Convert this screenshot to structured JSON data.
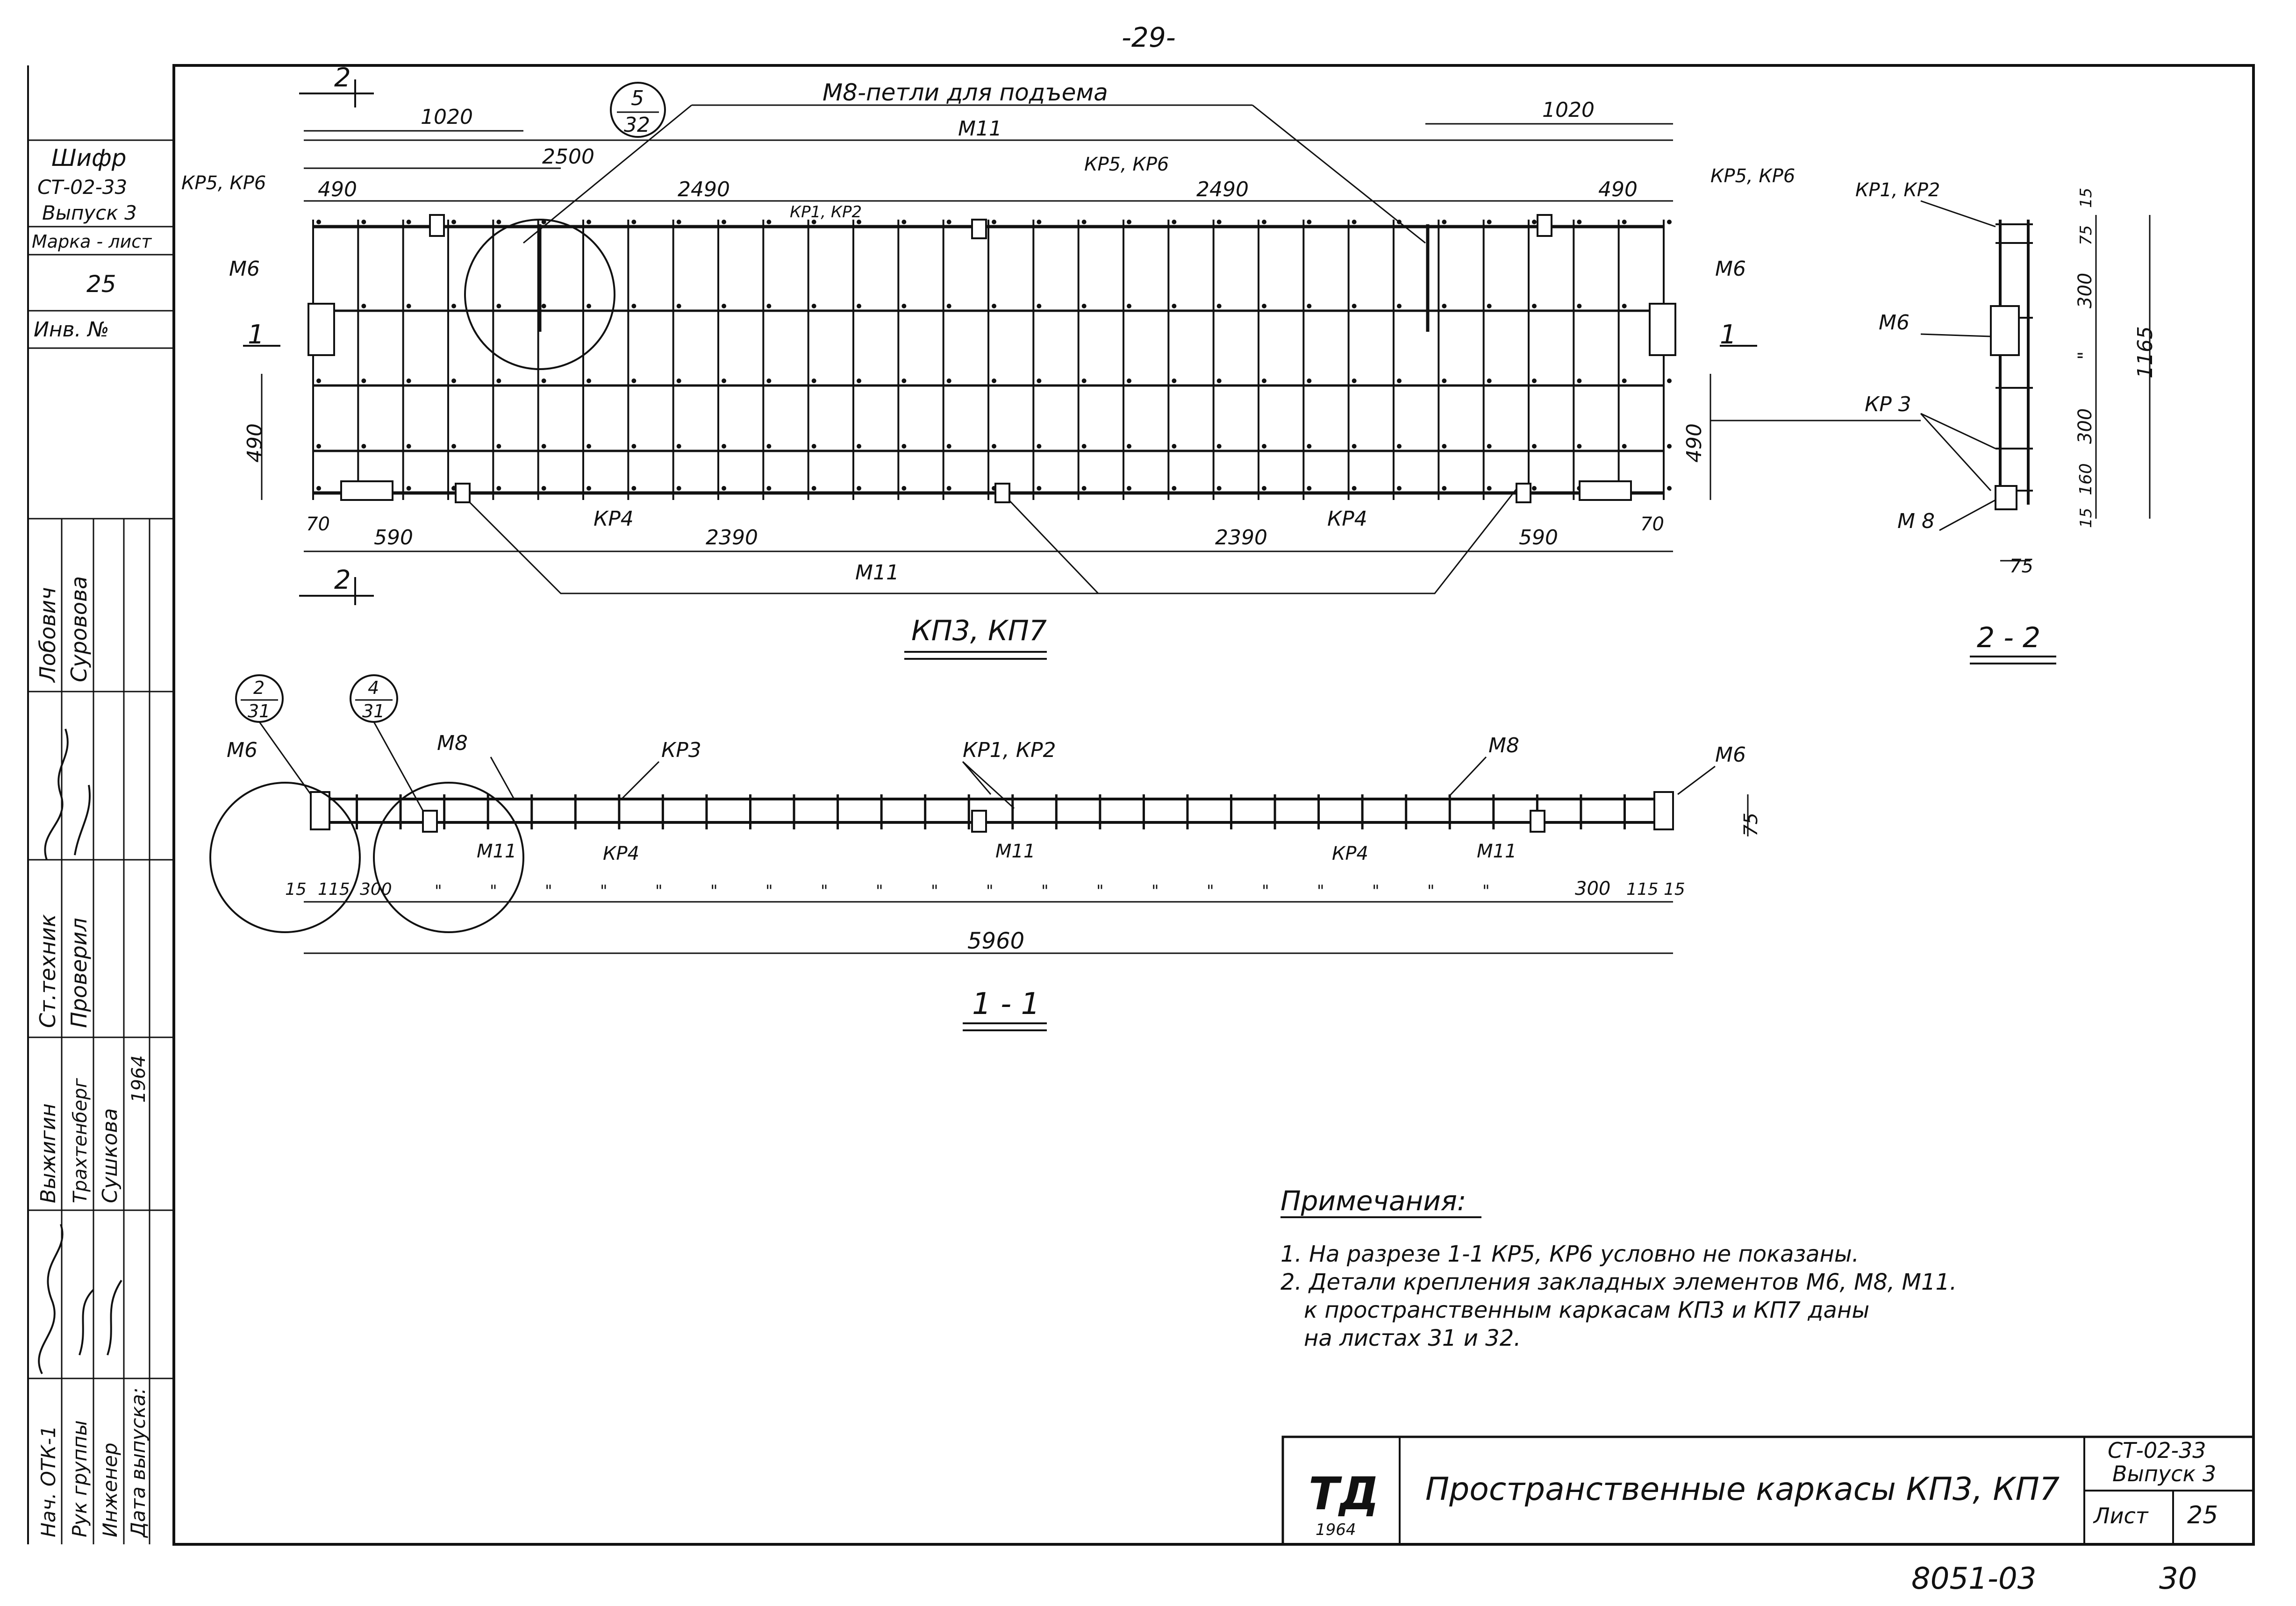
{
  "page_number": "-29-",
  "side_stamp": {
    "cipher_label": "Шифр",
    "cipher_value": "СТ-02-33",
    "issue": "Выпуск 3",
    "mark_sheet_label": "Марка - лист",
    "mark_sheet_value": "25",
    "inv_label": "Инв. №",
    "names_col1": [
      "Лобович",
      "Ст.техник",
      "Выжигин",
      "Нач. ОТК-1"
    ],
    "names_col2": [
      "Суровова",
      "Проверил",
      "Трахтенберг",
      "Рук группы"
    ],
    "names_col3": [
      "Сушкова",
      "Инженер"
    ],
    "year": "1964",
    "date_label": "Дата выпуска:"
  },
  "plan_view": {
    "title": "КП3, КП7",
    "lift_loops_label": "М8-петли для подъема",
    "callout_5_32": {
      "top": "5",
      "bottom": "32"
    },
    "dims_top": [
      "1020",
      "1020",
      "М11",
      "2500",
      "490",
      "2490",
      "2490",
      "490"
    ],
    "dims_bottom": [
      "70",
      "590",
      "2390",
      "2390",
      "590",
      "70",
      "М11"
    ],
    "dims_side": [
      "490",
      "490"
    ],
    "labels": [
      "КР5, КР6",
      "КР5, КР6",
      "КР5, КР6",
      "КР1, КР2",
      "М6",
      "М6",
      "КР4",
      "КР4"
    ],
    "section_marks": [
      "2",
      "2",
      "1",
      "1"
    ]
  },
  "section_2_2": {
    "title": "2 - 2",
    "labels": [
      "КР1, КР2",
      "М6",
      "КР 3",
      "М 8"
    ],
    "dims": [
      "15",
      "75",
      "300",
      "\"",
      "300",
      "160",
      "15",
      "1165",
      "75"
    ]
  },
  "section_1_1": {
    "title": "1 - 1",
    "callout_2_31": {
      "top": "2",
      "bottom": "31"
    },
    "callout_4_31": {
      "top": "4",
      "bottom": "31"
    },
    "labels_top": [
      "М6",
      "М8",
      "КР3",
      "КР1, КР2",
      "М8",
      "М6"
    ],
    "labels_mid": [
      "М11",
      "КР4",
      "М11",
      "КР4",
      "М11"
    ],
    "dims": [
      "15",
      "115",
      "300",
      "300",
      "115",
      "15"
    ],
    "ditto": "\"",
    "total": "5960",
    "height": "75"
  },
  "notes": {
    "heading": "Примечания:",
    "lines": [
      "1. На разрезе 1-1 КР5, КР6 условно не показаны.",
      "2. Детали крепления закладных элементов М6, М8, М11.",
      "к пространственным каркасам КП3 и КП7 даны",
      "на листах 31 и 32."
    ]
  },
  "title_block": {
    "logo": "ТД",
    "logo_year": "1964",
    "title": "Пространственные каркасы КП3, КП7",
    "code": "СТ-02-33",
    "issue": "Выпуск 3",
    "sheet_label": "Лист",
    "sheet_value": "25"
  },
  "footer": {
    "order_no": "8051-03",
    "mark": "30"
  }
}
